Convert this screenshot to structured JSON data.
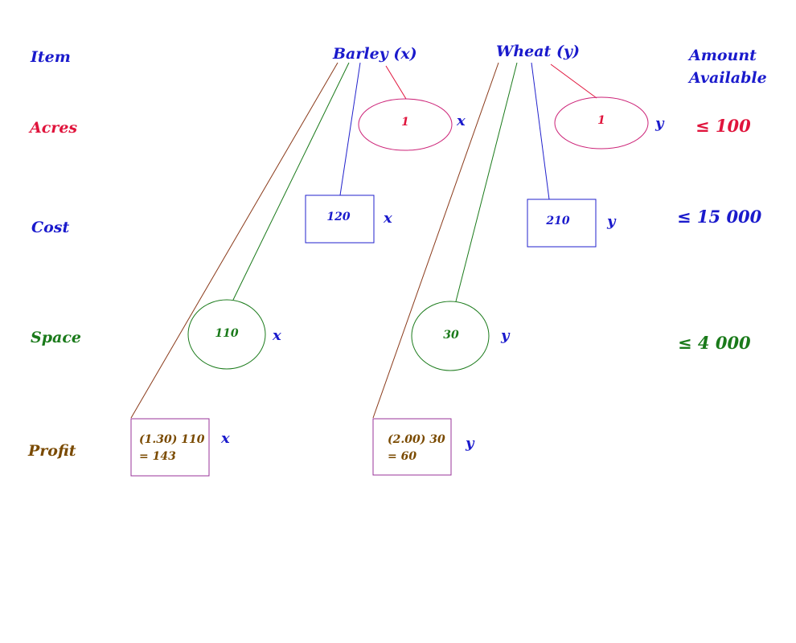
{
  "colors": {
    "acres": "#e0143c",
    "cost": "#1a1acc",
    "space": "#1a7a1a",
    "profit": "#7a4a00",
    "ellipse_acres": "#cc2277",
    "box_cost": "#2222cc",
    "box_profit": "#993399",
    "line_profit": "#8a3a1a"
  },
  "headers": {
    "item": "Item",
    "barley": "Barley (x)",
    "wheat": "Wheat (y)",
    "amount_line1": "Amount",
    "amount_line2": "Available"
  },
  "rows": {
    "acres": "Acres",
    "cost": "Cost",
    "space": "Space",
    "profit": "Profit"
  },
  "barley": {
    "acres": "1",
    "cost": "120",
    "space": "110",
    "profit_line1": "(1.30) 110",
    "profit_line2": "= 143",
    "var": "x"
  },
  "wheat": {
    "acres": "1",
    "cost": "210",
    "space": "30",
    "profit_line1": "(2.00) 30",
    "profit_line2": "=  60",
    "var": "y"
  },
  "available": {
    "acres": "≤ 100",
    "cost": "≤ 15 000",
    "space": "≤ 4 000"
  }
}
